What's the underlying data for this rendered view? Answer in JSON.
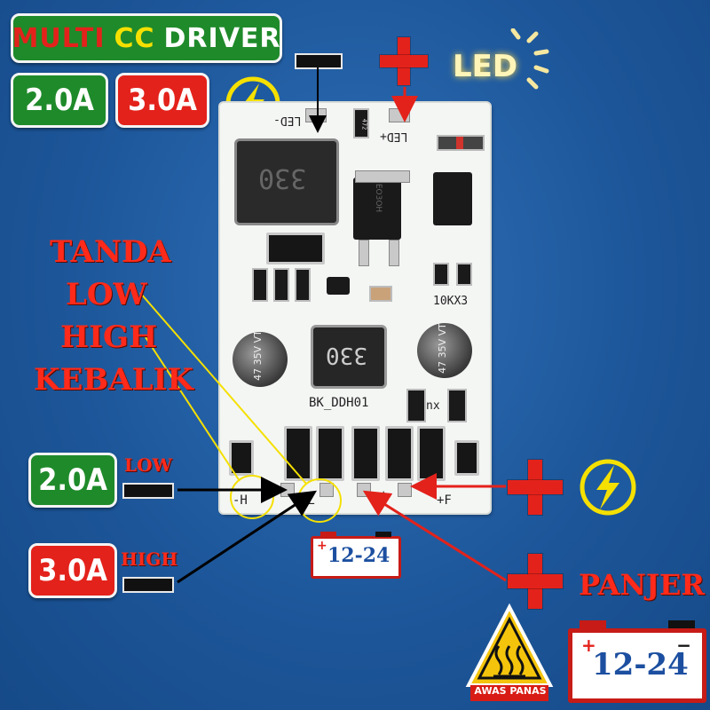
{
  "title": {
    "multi": "MULTI",
    "cc": "CC",
    "driver": "DRIVER"
  },
  "amps": {
    "a2": "2.0A",
    "a3": "3.0A"
  },
  "led_label": "LED",
  "warning_note": {
    "l1": "TANDA",
    "l2": "LOW",
    "l3": "HIGH",
    "l4": "KEBALIK"
  },
  "low_label": "LOW",
  "high_label": "HIGH",
  "panjer_label": "PANJER",
  "battery_small": "12-24",
  "battery_large": "12-24",
  "heat_label": "AWAS PANAS",
  "board": {
    "led_minus": "LED-",
    "led_plus": "LED+",
    "ind_label": "330",
    "ind2_label": "330",
    "model": "BK_DDH01",
    "res_code": "10KX3",
    "nx": "nx",
    "cap1": "47 35V VT",
    "cap2": "47 35V VT",
    "pin_h": "-H",
    "pin_l": "-L",
    "pin_plus": "+",
    "pin_f": "+F",
    "res472": "472",
    "mosfet": "EO3OH"
  },
  "colors": {
    "red": "#e3221b",
    "green": "#1f8a2a",
    "yellow": "#f5e000",
    "bg": "#1e5aa0"
  }
}
